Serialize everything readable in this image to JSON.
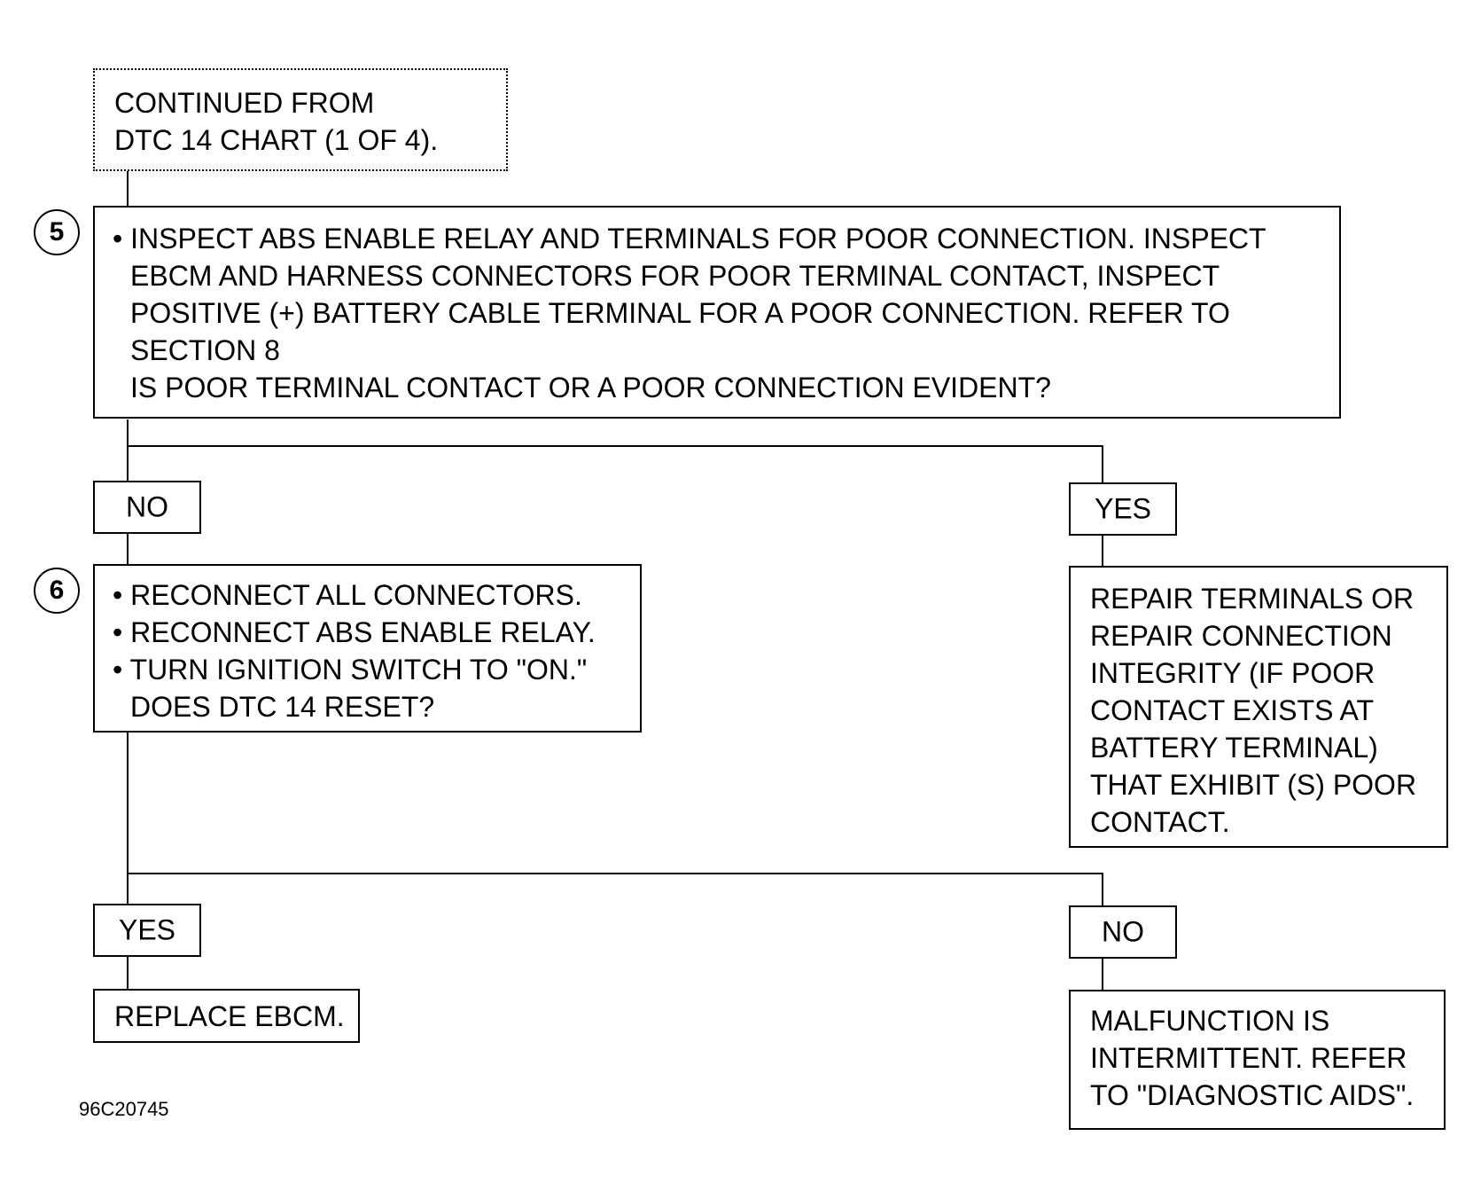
{
  "start": {
    "lines": [
      "CONTINUED FROM",
      "DTC 14 CHART  (1 OF 4)."
    ]
  },
  "step5": {
    "number": "5",
    "lines": [
      "• INSPECT ABS ENABLE RELAY AND TERMINALS FOR POOR CONNECTION. INSPECT",
      "EBCM AND HARNESS CONNECTORS FOR POOR TERMINAL CONTACT, INSPECT",
      "POSITIVE (+) BATTERY CABLE TERMINAL FOR A POOR CONNECTION. REFER TO",
      "SECTION 8",
      "IS POOR TERMINAL CONTACT OR A POOR CONNECTION EVIDENT?"
    ]
  },
  "branch5": {
    "no": "NO",
    "yes": "YES"
  },
  "step6": {
    "number": "6",
    "lines": [
      "• RECONNECT ALL CONNECTORS.",
      "• RECONNECT ABS ENABLE RELAY.",
      "• TURN IGNITION SWITCH TO \"ON.\"",
      "DOES DTC 14 RESET?"
    ]
  },
  "repair": {
    "lines": [
      "REPAIR TERMINALS OR",
      "REPAIR CONNECTION",
      "INTEGRITY (IF POOR",
      "CONTACT EXISTS AT",
      "BATTERY TERMINAL)",
      "THAT EXHIBIT (S) POOR",
      "CONTACT."
    ]
  },
  "branch6": {
    "yes": "YES",
    "no": "NO"
  },
  "replace": {
    "text": "REPLACE EBCM."
  },
  "intermittent": {
    "lines": [
      "MALFUNCTION IS",
      "INTERMITTENT. REFER",
      "TO \"DIAGNOSTIC AIDS\"."
    ]
  },
  "figure_code": "96C20745"
}
